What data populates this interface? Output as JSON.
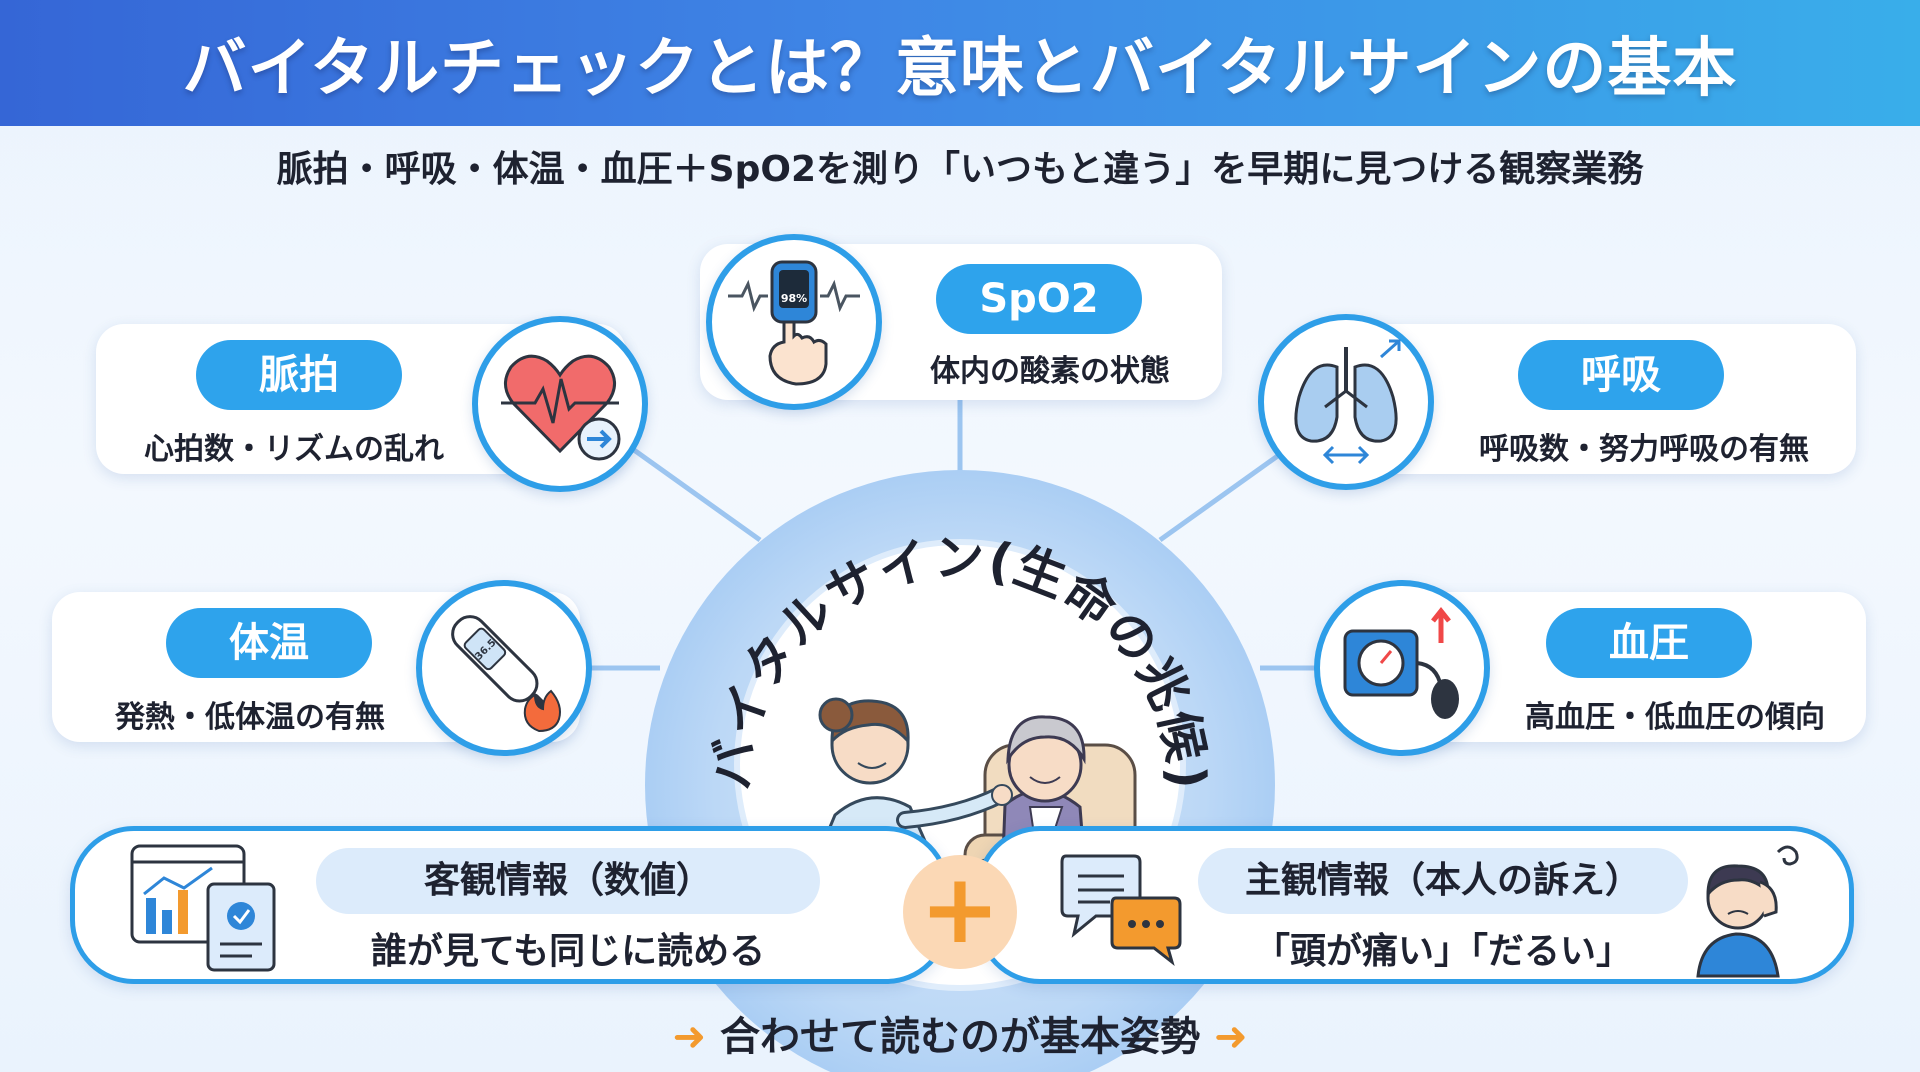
{
  "title": "バイタルチェックとは？意味とバイタルサインの基本",
  "subtitle": "脈拍・呼吸・体温・血圧＋SpO2を測り「いつもと違う」を早期に見つける観察業務",
  "hub": {
    "title": "バイタルサイン(生命の兆候)"
  },
  "items": {
    "spo2": {
      "label": "SpO2",
      "desc": "体内の酸素の状態",
      "reading": "98%"
    },
    "pulse": {
      "label": "脈拍",
      "desc": "心拍数・リズムの乱れ"
    },
    "respiration": {
      "label": "呼吸",
      "desc": "呼吸数・努力呼吸の有無"
    },
    "temperature": {
      "label": "体温",
      "desc": "発熱・低体温の有無",
      "reading": "36.5"
    },
    "blood_pressure": {
      "label": "血圧",
      "desc": "高血圧・低血圧の傾向"
    }
  },
  "objective": {
    "label": "客観情報（数値）",
    "desc": "誰が見ても同じに読める"
  },
  "subjective": {
    "label": "主観情報（本人の訴え）",
    "desc": "「頭が痛い」「だるい」"
  },
  "plus": "+",
  "footer": "合わせて読むのが基本姿勢",
  "colors": {
    "accent": "#2ea3ec",
    "header_start": "#3566d6",
    "header_end": "#39aeea",
    "orange": "#f39a2e"
  }
}
